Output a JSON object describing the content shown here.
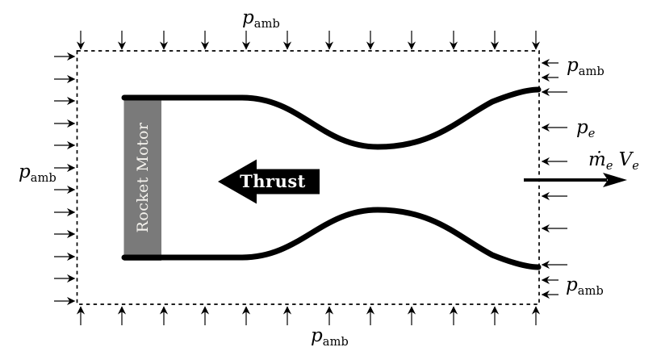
{
  "labels": {
    "ambient_top": {
      "main": "p",
      "sub": "amb"
    },
    "ambient_left": {
      "main": "p",
      "sub": "amb"
    },
    "ambient_bottom": {
      "main": "p",
      "sub": "amb"
    },
    "ambient_right_upper": {
      "main": "p",
      "sub": "amb"
    },
    "ambient_right_lower": {
      "main": "p",
      "sub": "amb"
    },
    "exit_pressure": {
      "main": "p",
      "sub": "e"
    },
    "exit_momentum": {
      "mdot": "ṁ",
      "mdot_sub": "e",
      "v": "V",
      "v_sub": "e"
    },
    "thrust": "Thrust",
    "motor": "Rocket Motor"
  },
  "colors": {
    "ink": "#000000",
    "motor_gray": "#7a7a7a",
    "label_on_dark": "#ffffff"
  }
}
